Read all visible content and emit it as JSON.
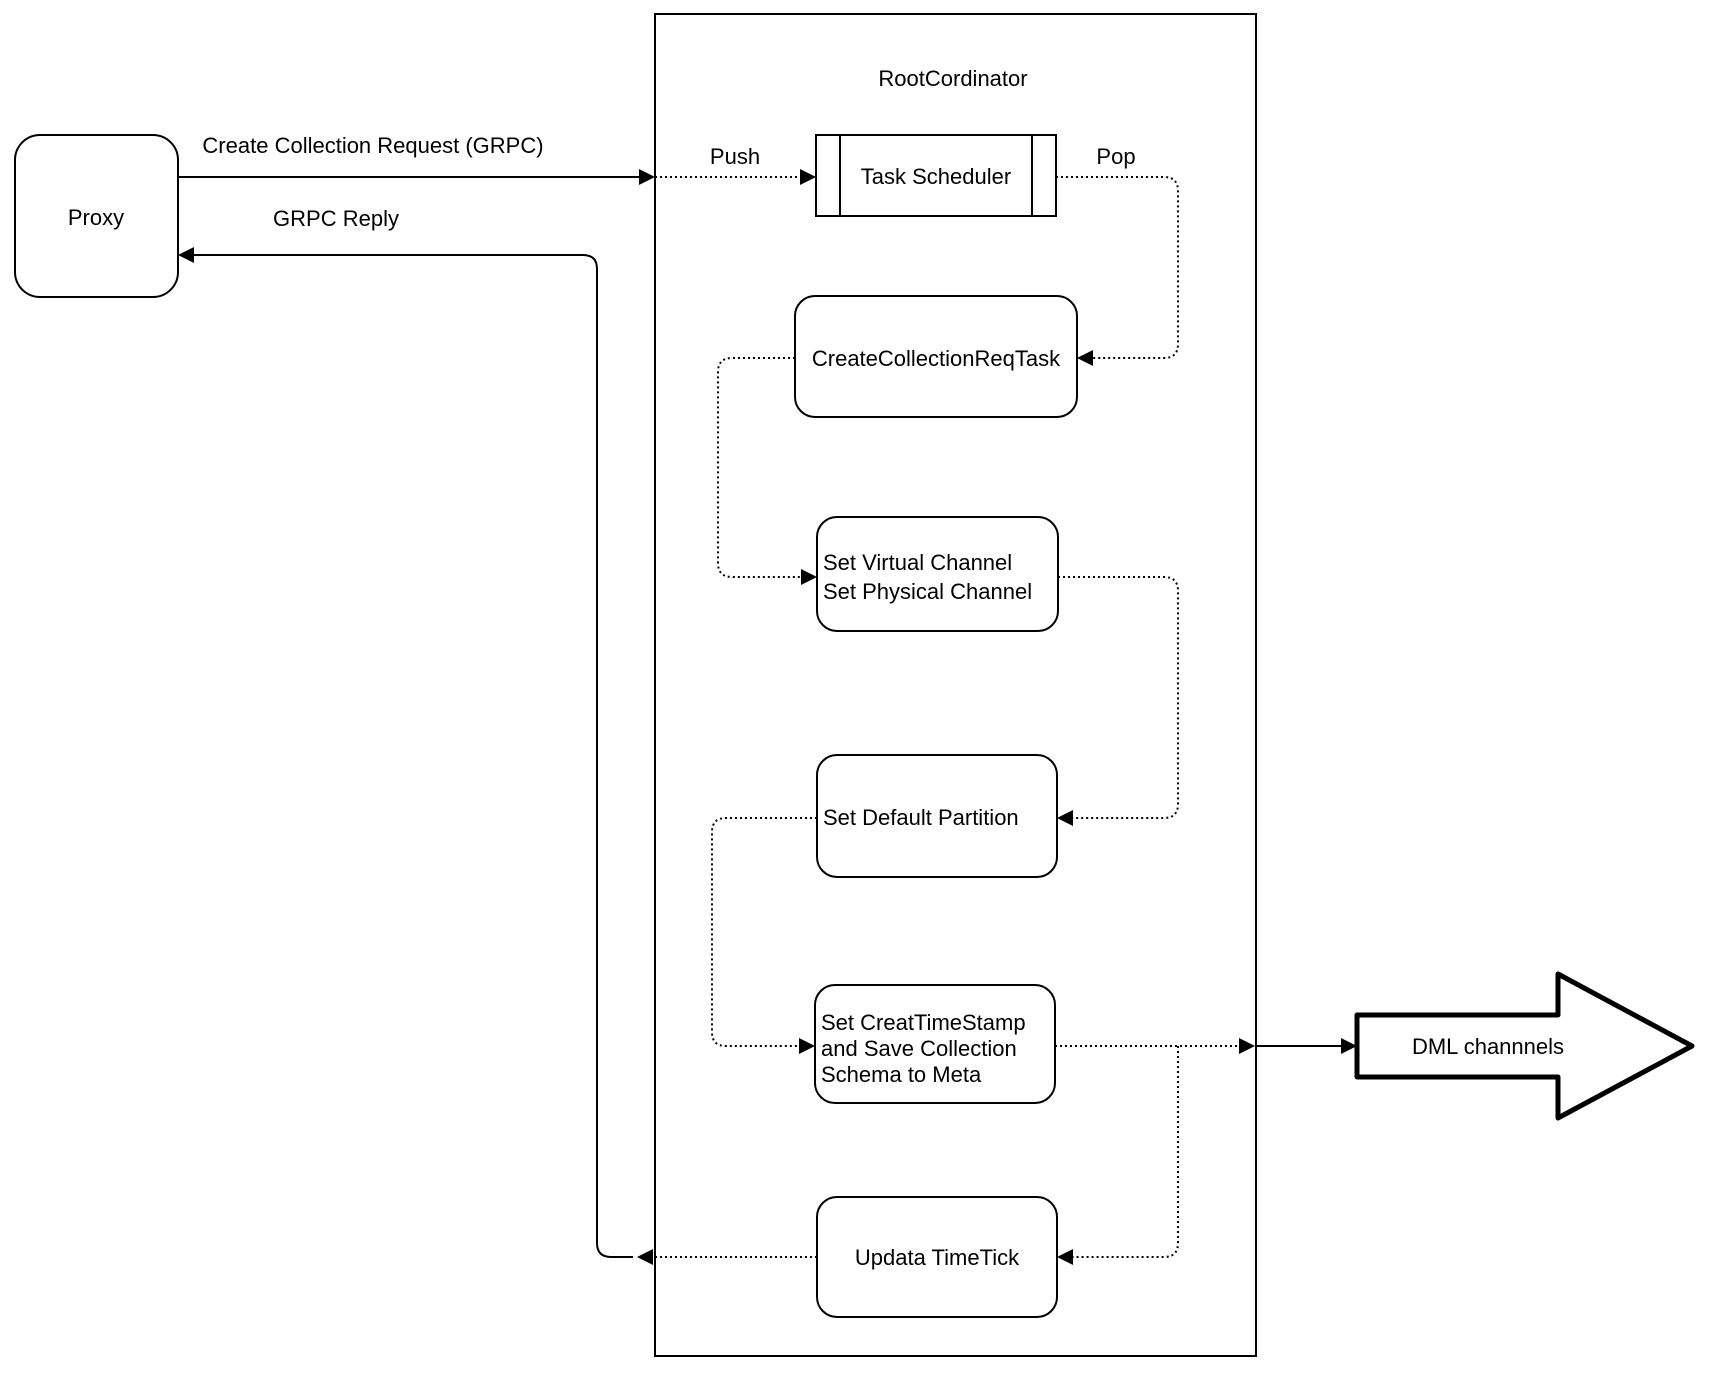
{
  "canvas": {
    "background": "#ffffff",
    "stroke_color": "#000000",
    "text_color": "#000000"
  },
  "nodes": {
    "proxy": {
      "label": "Proxy"
    },
    "root_coordinator": {
      "title": "RootCordinator"
    },
    "task_scheduler": {
      "label": "Task Scheduler"
    },
    "create_collection_req_task": {
      "label": "CreateCollectionReqTask"
    },
    "set_channels": {
      "lines": [
        "Set Virtual Channel",
        "Set Physical Channel"
      ]
    },
    "set_default_partition": {
      "label": "Set Default Partition"
    },
    "set_create_timestamp": {
      "lines": [
        "Set CreatTimeStamp",
        "and Save Collection",
        "Schema to Meta"
      ]
    },
    "update_timetick": {
      "label": "Updata TimeTick"
    },
    "dml_channels": {
      "label": "DML channnels"
    }
  },
  "edges": {
    "create_collection_request": {
      "label": "Create Collection Request (GRPC)"
    },
    "grpc_reply": {
      "label": "GRPC Reply"
    },
    "push": {
      "label": "Push"
    },
    "pop": {
      "label": "Pop"
    }
  }
}
